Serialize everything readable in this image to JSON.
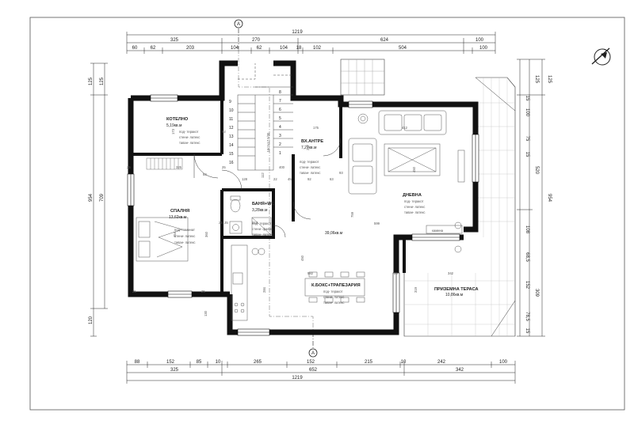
{
  "section_mark": "A",
  "rooms": {
    "boiler": {
      "name": "КОТЕЛНО",
      "area": "5,19кв.м",
      "finish": [
        "под- теракот",
        "стени- латекс",
        "таван- латекс"
      ]
    },
    "entrance": {
      "name": "ВХ.АНТРЕ",
      "area": "7,27кв.м",
      "finish": [
        "под- теракот",
        "стени- латекс",
        "таван- латекс"
      ]
    },
    "bedroom": {
      "name": "СПАЛНЯ",
      "area": "13,62кв.м",
      "finish": [
        "под- ламинат",
        "стени- латекс",
        "таван- латекс"
      ]
    },
    "bath": {
      "name": "БАНЯ+WC",
      "area": "3,28кв.м",
      "finish": [
        "под- теракот",
        "стени- фаянс",
        "таван- латекс"
      ]
    },
    "living": {
      "name": "ДНЕВНА",
      "finish": [
        "под- теракот",
        "стени- латекс",
        "таван- латекс"
      ]
    },
    "kitchen": {
      "name": "К.БОКС+ТРАПЕЗАРИЯ",
      "finish": [
        "под- теракот",
        "стени- латекс",
        "таван- латекс"
      ]
    },
    "terrace": {
      "name": "ПРИЗЕМНА ТЕРАСА",
      "area": "10,86кв.м"
    },
    "fireplace": {
      "name": "камина"
    },
    "open_area": {
      "area": "39,06кв.м"
    }
  },
  "stairs": {
    "label": "16стх17,5/30",
    "steps_left": [
      "9",
      "10",
      "11",
      "12",
      "13",
      "14",
      "15",
      "16"
    ],
    "steps_right": [
      "8",
      "7",
      "6",
      "5",
      "4",
      "3",
      "2",
      "1"
    ]
  },
  "dims": {
    "top_total": "1219",
    "top_row1": [
      "325",
      "270",
      "624",
      "100"
    ],
    "top_row2": [
      "60",
      "62",
      "203",
      "104",
      "62",
      "104",
      "18",
      "102",
      "504",
      "100"
    ],
    "bottom_row1": [
      "88",
      "152",
      "85",
      "10",
      "265",
      "152",
      "215",
      "10",
      "242",
      "100"
    ],
    "bottom_row2": [
      "325",
      "652",
      "342"
    ],
    "bottom_total": "1219",
    "left_outer": [
      "125",
      "954",
      "120"
    ],
    "left_inner": [
      "125",
      "709"
    ],
    "right_outer": [
      "125",
      "954"
    ],
    "right_inner": [
      "125",
      "520",
      "309"
    ],
    "right_detail": [
      "15",
      "100",
      "75",
      "15",
      "108",
      "68,5",
      "152",
      "78,5",
      "15"
    ],
    "interior": [
      "173",
      "325",
      "25",
      "82",
      "25",
      "400",
      "128",
      "22",
      "45",
      "92",
      "63",
      "112",
      "297",
      "175",
      "412",
      "450",
      "454",
      "360",
      "213",
      "25",
      "25",
      "130",
      "284",
      "582",
      "450",
      "759",
      "599",
      "25",
      "342",
      "319",
      "25",
      "25",
      "92",
      "93"
    ]
  }
}
